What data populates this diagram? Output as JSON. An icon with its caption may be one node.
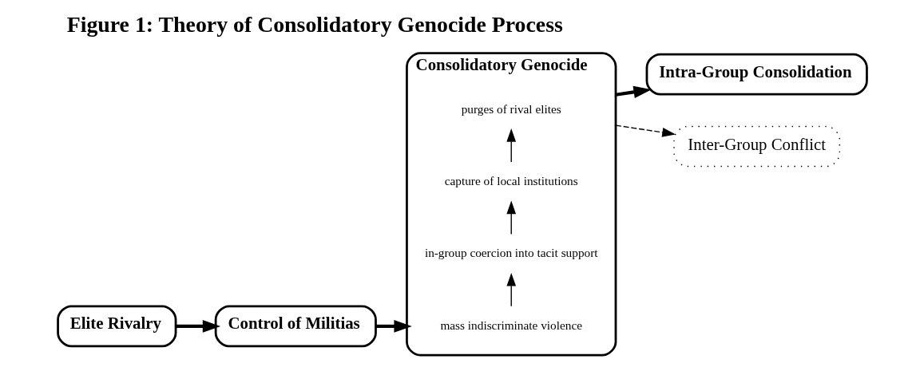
{
  "diagram": {
    "title": "Figure 1: Theory of Consolidatory Genocide Process",
    "nodes": [
      {
        "text": [
          "Elite Rivalry"
        ]
      },
      {
        "text": [
          "Control of Militias"
        ]
      },
      {
        "text": [
          "Consolidatory Genocide"
        ]
      },
      {
        "text": [
          "Intra-Group Consolidation"
        ]
      },
      {
        "text": [
          "Inter-Group Conflict"
        ]
      },
      {
        "text": [
          "mass indiscriminate violence"
        ],
        "in": 2
      },
      {
        "text": [
          "in-group coercion into tacit support"
        ],
        "in": 2
      },
      {
        "text": [
          "capture of local institutions"
        ],
        "in": 2
      },
      {
        "text": [
          "purges of rival elites"
        ],
        "in": 2
      }
    ],
    "edges": [
      {
        "from": 0,
        "to": 1,
        "arrow": "to",
        "style": "thick"
      },
      {
        "from": 1,
        "to": 2,
        "arrow": "to",
        "style": "thick"
      },
      {
        "from": 2,
        "to": 3,
        "arrow": "to",
        "style": "thick"
      },
      {
        "from": 2,
        "to": 4,
        "arrow": "to",
        "style": "dashed"
      },
      {
        "from": 5,
        "to": 6,
        "arrow": "to"
      },
      {
        "from": 6,
        "to": 7,
        "arrow": "to"
      },
      {
        "from": 7,
        "to": 8,
        "arrow": "to"
      }
    ]
  }
}
